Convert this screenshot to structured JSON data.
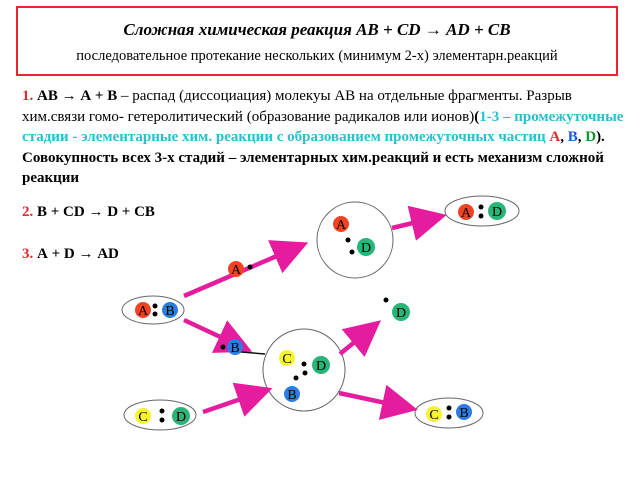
{
  "title": {
    "main": "Сложная химическая реакция АВ + СD → АD + СВ",
    "sub": "последовательное протекание нескольких (минимум 2-х) элементарн.реакций"
  },
  "paragraph": {
    "n1": "1.",
    "eq1": "АВ → А + В",
    "text1": " – распад (диссоциация) молекуы АВ на отдельные фрагменты. Разрыв хим.связи гомо- гетеролитический (образование радикалов или ионов)",
    "open": "(",
    "cyan": "1-3 – промежуточные стадии - элементарные хим. реакции с образованием промежуточных частиц",
    "sp": " ",
    "a": "А",
    "comma1": ", ",
    "b": "В",
    "comma2": ", ",
    "d": "D",
    "text2": "). Совокупность всех 3-х стадий – элементарных  хим.реакций и есть механизм сложной реакции"
  },
  "steps": [
    {
      "num": "2.",
      "text": "  В + СD → D + СВ"
    },
    {
      "num": "3.",
      "text": "  А + D → АD"
    }
  ],
  "colors": {
    "red": "#e8262c",
    "magenta": "#e61c9e",
    "A": "#f14323",
    "B": "#2c7ce6",
    "C": "#f6f32f",
    "D": "#27b578"
  },
  "particles": {
    "A": "A",
    "B": "B",
    "C": "C",
    "D": "D"
  }
}
